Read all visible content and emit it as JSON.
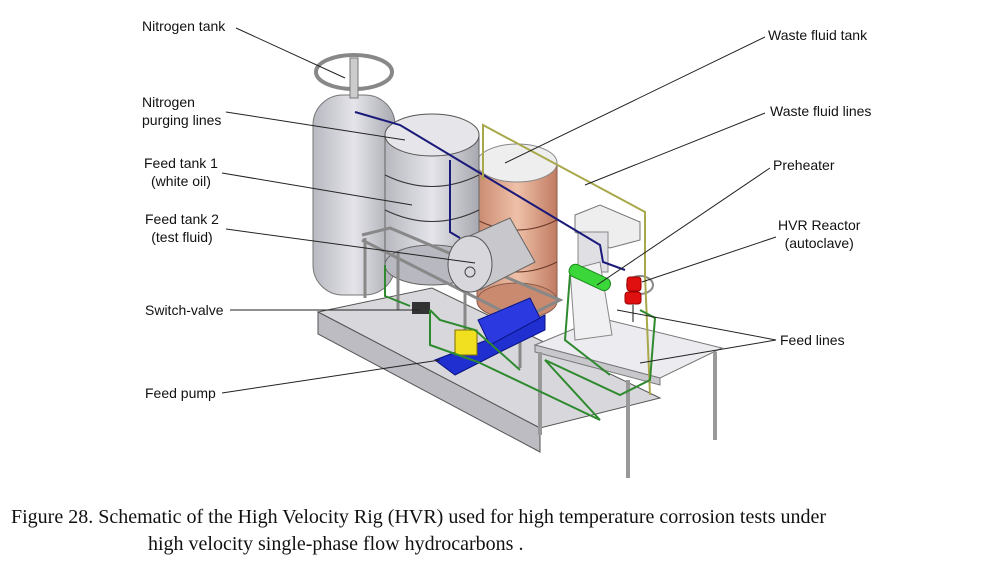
{
  "labels": {
    "nitrogen_tank": "Nitrogen tank",
    "nitrogen_purging_1": "Nitrogen",
    "nitrogen_purging_2": "purging lines",
    "feed_tank1_1": "Feed tank 1",
    "feed_tank1_2": "(white oil)",
    "feed_tank2_1": "Feed tank 2",
    "feed_tank2_2": "(test fluid)",
    "switch_valve": "Switch-valve",
    "feed_pump": "Feed pump",
    "waste_tank": "Waste fluid tank",
    "waste_lines": "Waste fluid lines",
    "preheater": "Preheater",
    "reactor_1": "HVR Reactor",
    "reactor_2": "(autoclave)",
    "feed_lines": "Feed lines"
  },
  "caption": {
    "line1": "Figure 28.  Schematic of the High Velocity Rig (HVR) used for high temperature corrosion tests under",
    "line2": "high velocity single-phase flow hydrocarbons ."
  },
  "colors": {
    "purge_line": "#1a1a7a",
    "waste_line": "#a8a84a",
    "feed_line": "#2f8a2f",
    "pump": "#1f2fd0",
    "waste_tank": "#d99a80",
    "preheater": "#3ad63a",
    "reactor": "#e01010"
  }
}
